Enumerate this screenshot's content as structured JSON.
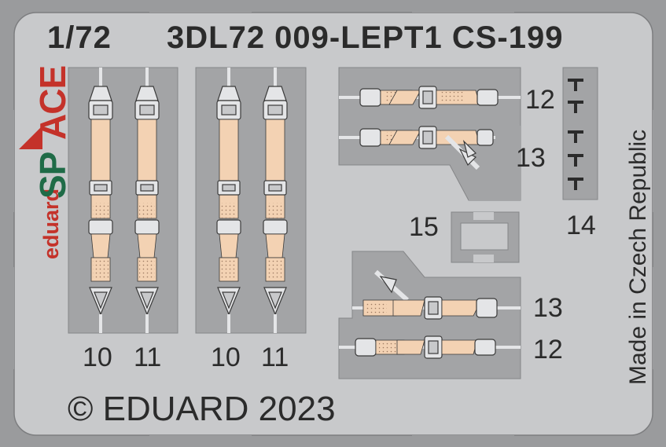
{
  "header": {
    "scale": "1/72",
    "set_code": "3DL72 009-LEPT1 CS-199"
  },
  "brand": {
    "line1": "eduard",
    "line2_part1": "SP",
    "line2_part2": "ACE",
    "colors": {
      "red": "#c4322a",
      "green": "#1f6b47"
    }
  },
  "footer": {
    "copyright": "© EDUARD 2023",
    "origin": "Made in Czech Republic"
  },
  "part_numbers": {
    "left_a_10": "10",
    "left_a_11": "11",
    "left_b_10": "10",
    "left_b_11": "11",
    "top_right_12": "12",
    "top_right_13": "13",
    "buckle_14": "14",
    "frame_15": "15",
    "bottom_right_13": "13",
    "bottom_right_12": "12"
  },
  "colors": {
    "fret": "#c8c9cb",
    "background": "#9a9b9d",
    "belt": "#f3d2b3",
    "metal": "#e4e5e7",
    "outline": "#3a3a3a"
  }
}
